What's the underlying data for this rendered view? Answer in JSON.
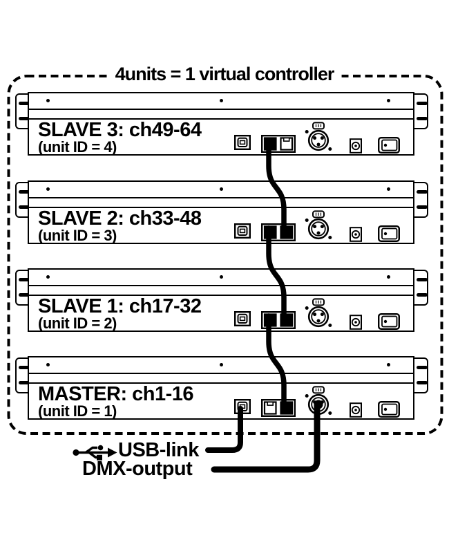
{
  "title": "4units = 1 virtual controller",
  "units": [
    {
      "name": "SLAVE 3: ch49-64",
      "unit_id": "(unit ID = 4)",
      "link_out": true,
      "link_in": false,
      "usb_cable": false,
      "dmx_cable": false
    },
    {
      "name": "SLAVE 2: ch33-48",
      "unit_id": "(unit ID = 3)",
      "link_out": true,
      "link_in": true,
      "usb_cable": false,
      "dmx_cable": false
    },
    {
      "name": "SLAVE 1: ch17-32",
      "unit_id": "(unit ID = 2)",
      "link_out": true,
      "link_in": true,
      "usb_cable": false,
      "dmx_cable": false
    },
    {
      "name": "MASTER: ch1-16",
      "unit_id": "(unit ID = 1)",
      "link_out": false,
      "link_in": true,
      "usb_cable": true,
      "dmx_cable": true
    }
  ],
  "legend": {
    "usb_label": "USB-link",
    "dmx_label": "DMX-output"
  },
  "icons": {
    "usb_symbol": "usb-trident-icon"
  },
  "colors": {
    "line": "#000000",
    "background": "#ffffff"
  }
}
